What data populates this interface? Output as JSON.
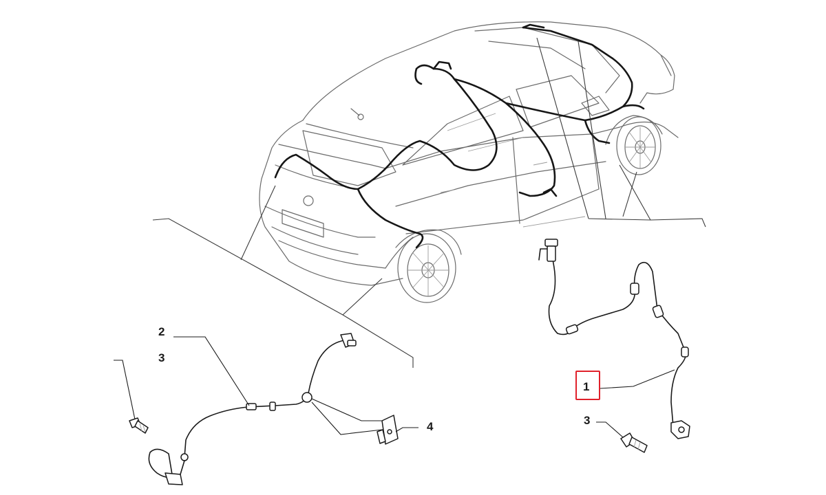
{
  "labels": {
    "front_sensor": "1",
    "rear_sensor": "2",
    "bolt_rear": "3",
    "bracket": "4",
    "bolt_front": "3"
  },
  "highlight": {
    "item": "1",
    "color": "#e0202a"
  },
  "colors": {
    "line": "#1a1a1a",
    "car_outline": "#6a6a6a",
    "background": "#ffffff"
  }
}
